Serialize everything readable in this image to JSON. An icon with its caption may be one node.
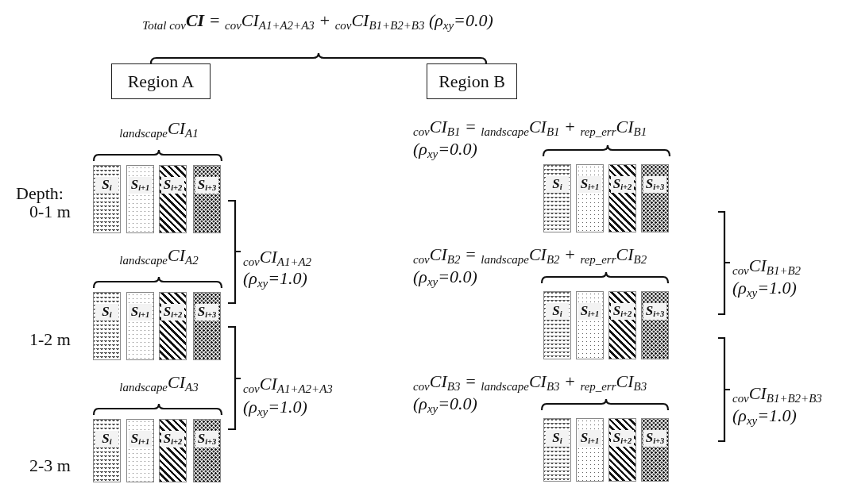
{
  "diagram": {
    "title": "$_{Total cov}$**CI** = $_{cov}$CI$_{A1+A2+A3}$ + $_{cov}$CI$_{B1+B2+B3}$ (ρ$_{xy}$=0.0)",
    "nodes": [
      {
        "text": [
          "Region A"
        ]
      },
      {
        "text": [
          "Region B"
        ]
      },
      {
        "text": [
          "S$_{i}$"
        ]
      },
      {
        "text": [
          "S$_{i+1}$"
        ]
      },
      {
        "text": [
          "S$_{i+2}$"
        ]
      },
      {
        "text": [
          "S$_{i+3}$"
        ]
      },
      {
        "text": [
          "S$_{i}$"
        ]
      },
      {
        "text": [
          "S$_{i+1}$"
        ]
      },
      {
        "text": [
          "S$_{i+2}$"
        ]
      },
      {
        "text": [
          "S$_{i+3}$"
        ]
      },
      {
        "text": [
          "S$_{i}$"
        ]
      },
      {
        "text": [
          "S$_{i+1}$"
        ]
      },
      {
        "text": [
          "S$_{i+2}$"
        ]
      },
      {
        "text": [
          "S$_{i+3}$"
        ]
      },
      {
        "text": [
          "S$_{i}$"
        ]
      },
      {
        "text": [
          "S$_{i+1}$"
        ]
      },
      {
        "text": [
          "S$_{i+2}$"
        ]
      },
      {
        "text": [
          "S$_{i+3}$"
        ]
      },
      {
        "text": [
          "S$_{i}$"
        ]
      },
      {
        "text": [
          "S$_{i+1}$"
        ]
      },
      {
        "text": [
          "S$_{i+2}$"
        ]
      },
      {
        "text": [
          "S$_{i+3}$"
        ]
      },
      {
        "text": [
          "S$_{i}$"
        ]
      },
      {
        "text": [
          "S$_{i+1}$"
        ]
      },
      {
        "text": [
          "S$_{i+2}$"
        ]
      },
      {
        "text": [
          "S$_{i+3}$"
        ]
      }
    ],
    "labels": [
      "$_{landscape}$CI$_{A1}$",
      "Depth:",
      "0-1 m",
      "$_{cov}$CI$_{B1}$ = $_{landscape}$CI$_{B1}$ + $_{rep_err}$CI$_{B1}$",
      "(ρ$_{xy}$=0.0)",
      "$_{landscape}$CI$_{A2}$",
      "$_{cov}$CI$_{A1+A2}$",
      "(ρ$_{xy}$=1.0)",
      "$_{cov}$CI$_{B2}$ = $_{landscape}$CI$_{B2}$ + $_{rep_err}$CI$_{B2}$",
      "(ρ$_{xy}$=0.0)",
      "$_{cov}$CI$_{B1+B2}$",
      "(ρ$_{xy}$=1.0)",
      "1-2 m",
      "$_{landscape}$CI$_{A3}$",
      "$_{cov}$CI$_{A1+A2+A3}$",
      "(ρ$_{xy}$=1.0)",
      "$_{cov}$CI$_{B3}$ = $_{landscape}$CI$_{B3}$ + $_{rep_err}$CI$_{B3}$",
      "(ρ$_{xy}$=0.0)",
      "$_{cov}$CI$_{B1+B2+B3}$",
      "(ρ$_{xy}$=1.0)",
      "2-3 m"
    ]
  }
}
